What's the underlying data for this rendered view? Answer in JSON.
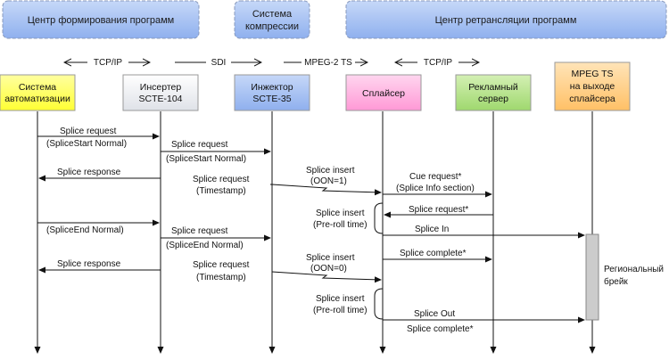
{
  "groups": {
    "program_center": "Центр формирования программ",
    "compression_line1": "Система",
    "compression_line2": "компрессии",
    "relay_center": "Центр ретрансляции программ"
  },
  "links": {
    "tcpip_left": "TCP/IP",
    "sdi": "SDI",
    "mpeg2ts": "MPEG-2 TS",
    "tcpip_right": "TCP/IP"
  },
  "actors": {
    "automation_line1": "Система",
    "automation_line2": "автоматизации",
    "inserter_line1": "Инсертер",
    "inserter_line2": "SCTE-104",
    "injector_line1": "Инжектор",
    "injector_line2": "SCTE-35",
    "splicer": "Сплайсер",
    "ad_server_line1": "Рекламный",
    "ad_server_line2": "сервер",
    "mpegts_line1": "MPEG TS",
    "mpegts_line2": "на выходе",
    "mpegts_line3": "сплайсера"
  },
  "colors": {
    "automation": "#ffff66",
    "inserter": "#eef0f4",
    "injector": "#a9c4f5",
    "splicer": "#ffb3e0",
    "ad_server": "#b6e38a",
    "mpegts": "#ffd08a",
    "group_fill": "#a9c4f5",
    "regional_break": "#cccccc"
  },
  "messages": {
    "m1_a": "Splice request",
    "m1_b": "(SpliceStart Normal)",
    "m2_a": "Splice request",
    "m2_b": "(SpliceStart Normal)",
    "m3": "Splice response",
    "m4_a": "Splice request",
    "m4_b": "(Timestamp)",
    "m5_a": "Splice insert",
    "m5_b": "(OON=1)",
    "m6_a": "Cue request*",
    "m6_b": "(Splice Info section)",
    "m7": "Splice request*",
    "m8_a": "Splice insert",
    "m8_b": "(Pre-roll time)",
    "m9": "Splice In",
    "m10": "(SpliceEnd Normal)",
    "m11_a": "Splice request",
    "m11_b": "(SpliceEnd Normal)",
    "m12": "Splice complete*",
    "m13": "Splice response",
    "m14_a": "Splice request",
    "m14_b": "(Timestamp)",
    "m15_a": "Splice insert",
    "m15_b": "(OON=0)",
    "m16_a": "Splice insert",
    "m16_b": "(Pre-roll time)",
    "m17": "Splice Out",
    "m18": "Splice complete*"
  },
  "side_note": {
    "line1": "Региональный",
    "line2": "брейк"
  }
}
